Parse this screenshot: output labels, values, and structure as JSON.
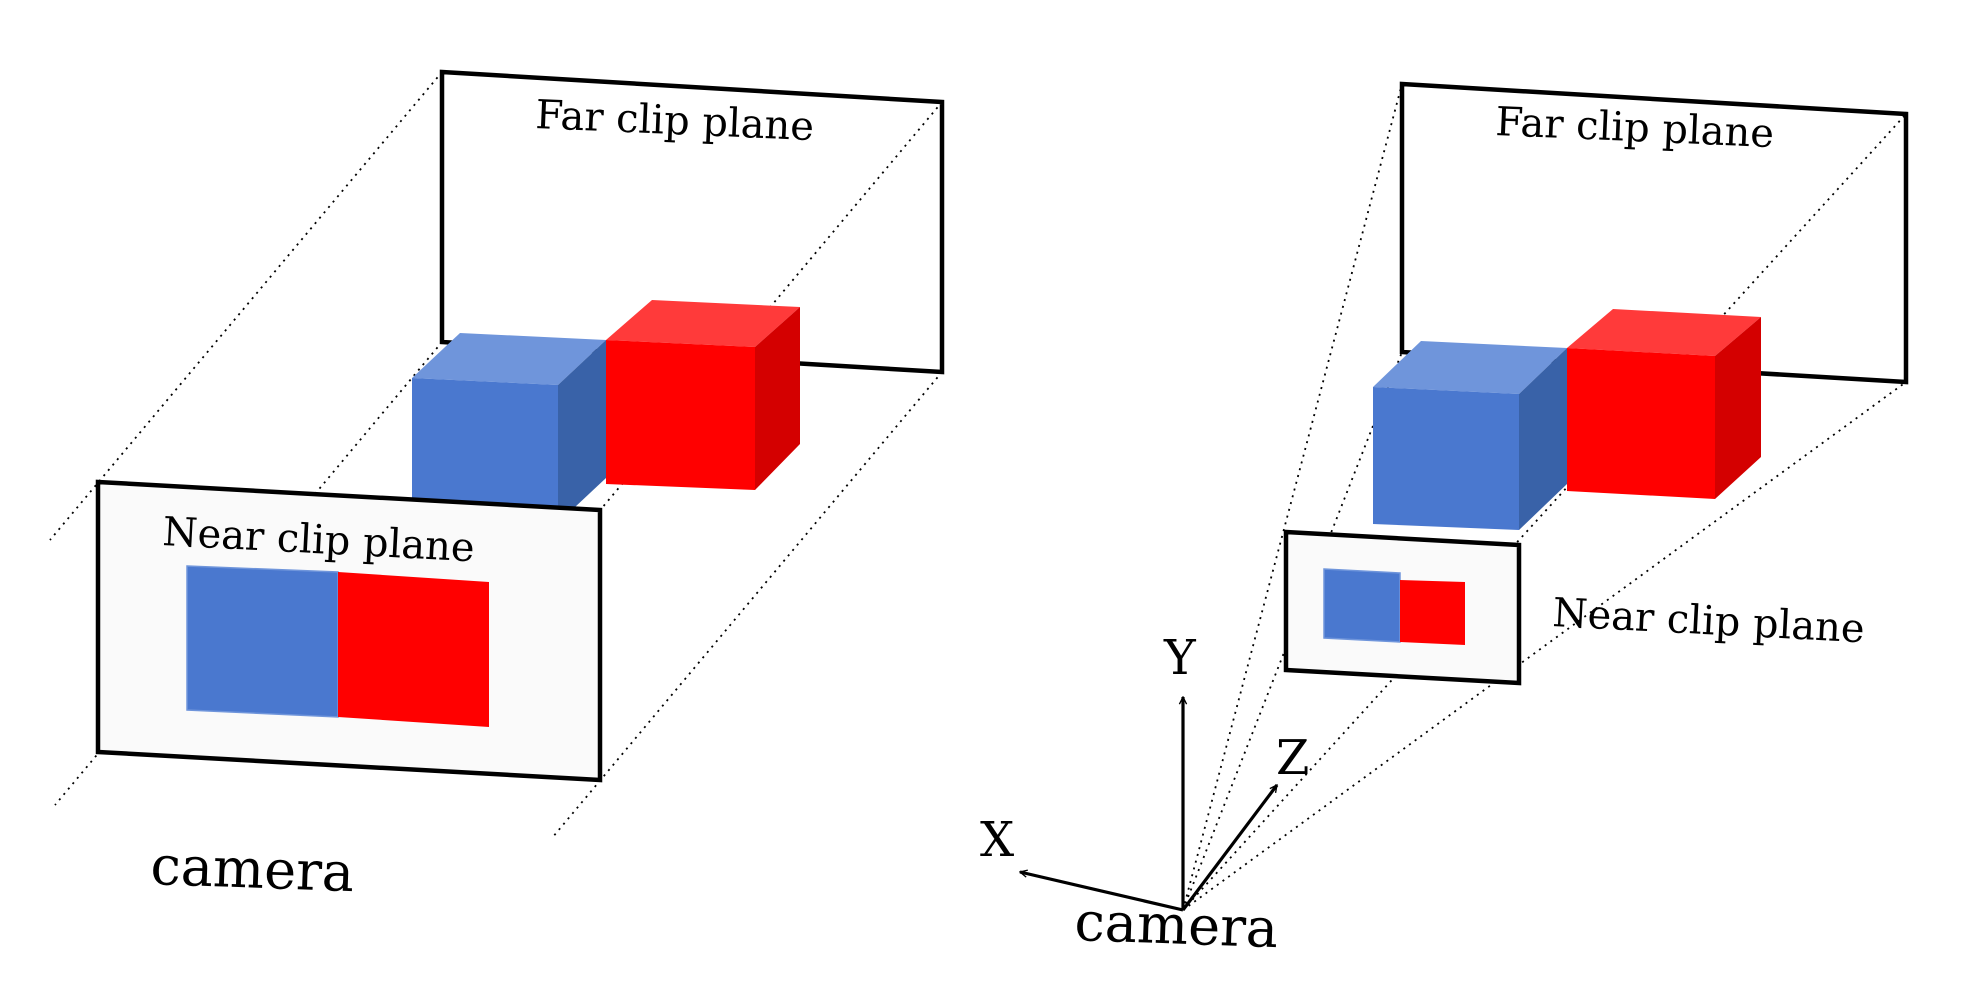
{
  "colors": {
    "blue_front": "#4a78cf",
    "blue_top": "#6f95db",
    "blue_side": "#3962a8",
    "red_front": "#ff0000",
    "red_top": "#ff3a3a",
    "red_side": "#d40000",
    "outline": "#000000"
  },
  "orthographic": {
    "far_label": "Far clip plane",
    "near_label": "Near clip plane",
    "camera_label": "camera"
  },
  "perspective": {
    "far_label": "Far clip plane",
    "near_label": "Near clip plane",
    "camera_label": "camera",
    "axes": {
      "x": "X",
      "y": "Y",
      "z": "Z"
    }
  }
}
